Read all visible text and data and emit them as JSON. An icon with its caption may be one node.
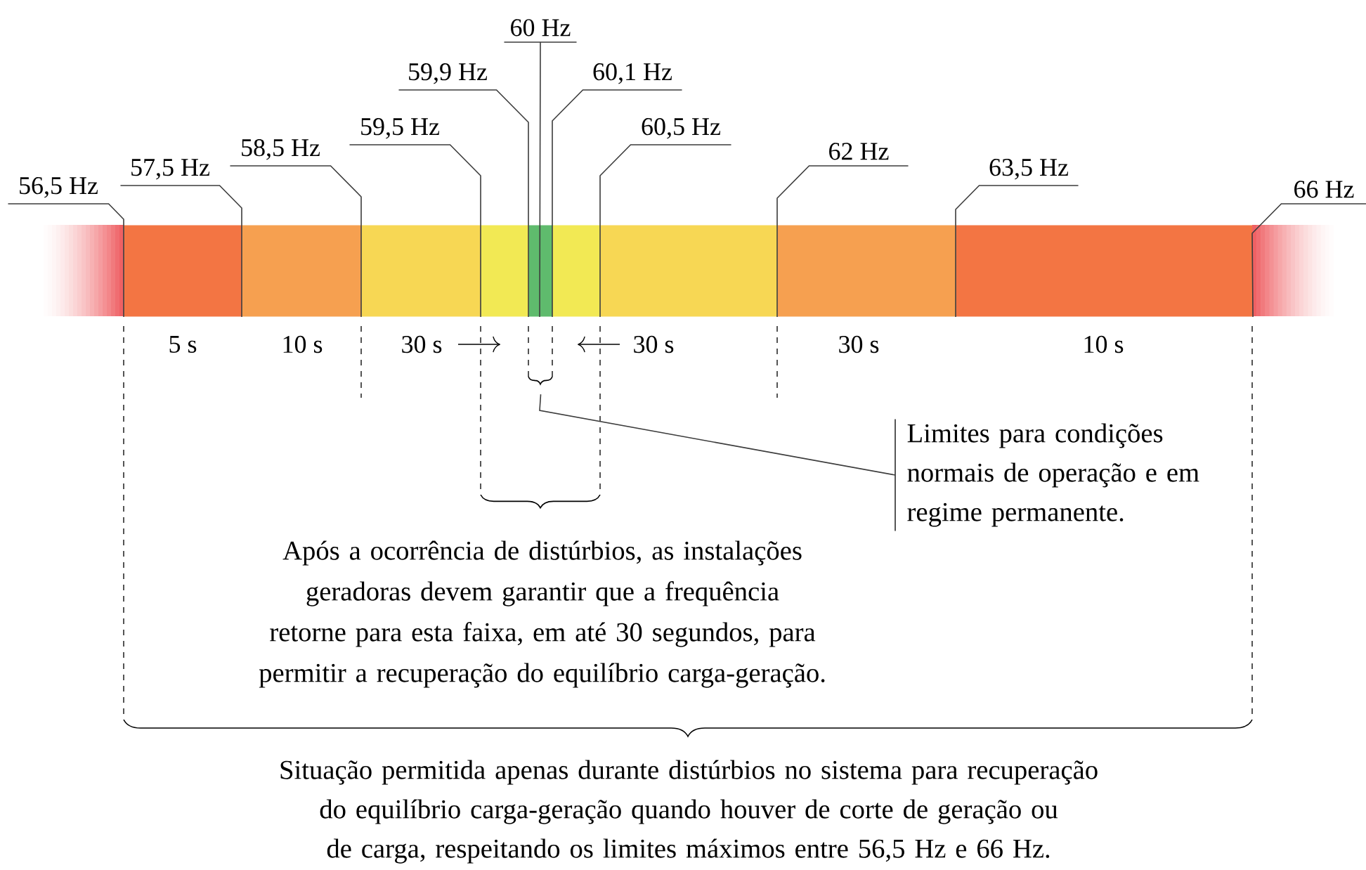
{
  "diagram": {
    "nodes": [
      {
        "text": [
          "56,5 Hz"
        ]
      },
      {
        "text": [
          "57,5 Hz"
        ]
      },
      {
        "text": [
          "58,5 Hz"
        ]
      },
      {
        "text": [
          "59,5 Hz"
        ]
      },
      {
        "text": [
          "59,9 Hz"
        ]
      },
      {
        "text": [
          "60 Hz"
        ]
      },
      {
        "text": [
          "60,1 Hz"
        ]
      },
      {
        "text": [
          "60,5 Hz"
        ]
      },
      {
        "text": [
          "62 Hz"
        ]
      },
      {
        "text": [
          "63,5 Hz"
        ]
      },
      {
        "text": [
          "66 Hz"
        ]
      },
      {
        "text": [
          "Limites para condições normais de operação e em regime permanente."
        ]
      },
      {
        "text": [],
        "shape": "bar"
      },
      {
        "text": [],
        "shape": "bar"
      },
      {
        "text": [],
        "shape": "bar"
      },
      {
        "text": [],
        "shape": "bar"
      },
      {
        "text": [],
        "shape": "bar"
      },
      {
        "text": [],
        "shape": "bar"
      },
      {
        "text": [],
        "shape": "bar"
      },
      {
        "text": [],
        "shape": "bar"
      },
      {
        "text": [],
        "shape": "bar"
      },
      {
        "text": [],
        "shape": "bar"
      },
      {
        "text": [],
        "shape": "bar"
      },
      {
        "text": [],
        "shape": "bar"
      },
      {
        "text": [],
        "shape": "brace"
      }
    ],
    "edges": [
      {
        "from": 0,
        "to": 13,
        "arrow": "none"
      },
      {
        "from": 1,
        "to": 14,
        "arrow": "none"
      },
      {
        "from": 2,
        "to": 15,
        "arrow": "none"
      },
      {
        "from": 3,
        "to": 16,
        "arrow": "none"
      },
      {
        "from": 4,
        "to": 17,
        "arrow": "none"
      },
      {
        "from": 5,
        "to": 18,
        "arrow": "none"
      },
      {
        "from": 6,
        "to": 19,
        "arrow": "none"
      },
      {
        "from": 7,
        "to": 20,
        "arrow": "none"
      },
      {
        "from": 8,
        "to": 21,
        "arrow": "none"
      },
      {
        "from": 9,
        "to": 22,
        "arrow": "none"
      },
      {
        "from": 10,
        "to": 22,
        "arrow": "none"
      },
      {
        "from": 11,
        "to": 24,
        "arrow": "none"
      }
    ],
    "labels": [
      "5 s",
      "10 s",
      "30 s",
      "30 s",
      "30 s",
      "10 s",
      "Após a ocorrência de distúrbios, as instalações geradoras devem garantir que a frequência retorne para esta faixa, em até 30 segundos, para permitir a recuperação do equilíbrio carga-geração.",
      "Situação permitida apenas durante distúrbios no sistema para recuperação do equilíbrio carga-geração quando houver de corte de geração ou de carga, respeitando os limites máximos entre 56,5 Hz e 66 Hz."
    ]
  }
}
